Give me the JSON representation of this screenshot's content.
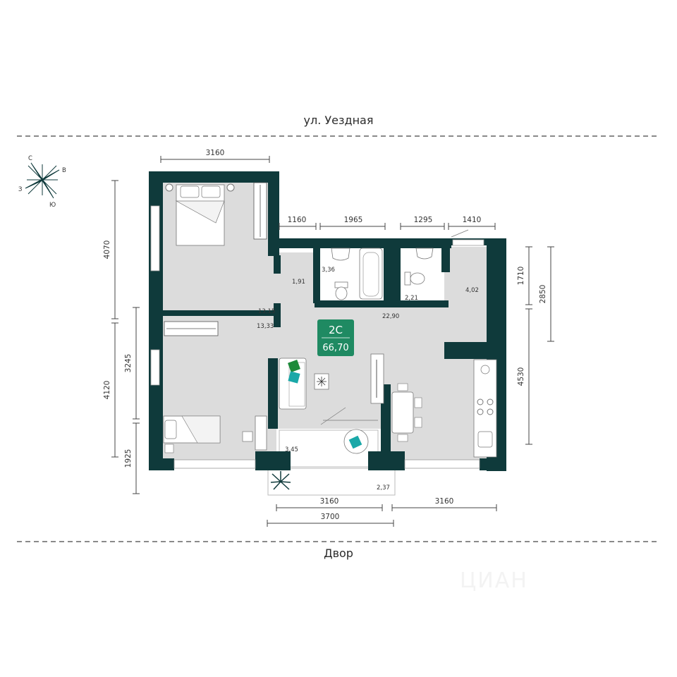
{
  "street_top": "ул. Уездная",
  "street_bottom": "Двор",
  "compass": {
    "n": "С",
    "e": "В",
    "s": "Ю",
    "w": "З"
  },
  "badge": {
    "type": "2С",
    "area": "66,70"
  },
  "dimensions": {
    "top_bedroom_width": "3160",
    "seg_1160": "1160",
    "seg_1965": "1965",
    "seg_1295": "1295",
    "seg_1410": "1410",
    "left_4070": "4070",
    "left_4120": "4120",
    "left_3245": "3245",
    "left_1925": "1925",
    "right_1710": "1710",
    "right_2850": "2850",
    "right_4530": "4530",
    "bottom_3160_left": "3160",
    "bottom_3160_right": "3160",
    "bottom_3700": "3700"
  },
  "areas": {
    "hall": "1,91",
    "bath": "3,36",
    "wc": "2,21",
    "storage": "4,02",
    "bedroom_top": "13,15",
    "bedroom_bottom": "13,33",
    "living": "22,90",
    "loggia_inner": "3,45",
    "loggia_outer": "2,37"
  },
  "watermark": "ЦИАН",
  "colors": {
    "wall": "#0f3a3b",
    "floor": "#dcdcdc",
    "accent": "#1f8a62",
    "teal": "#1aa8a8",
    "green": "#1d8a3a"
  }
}
